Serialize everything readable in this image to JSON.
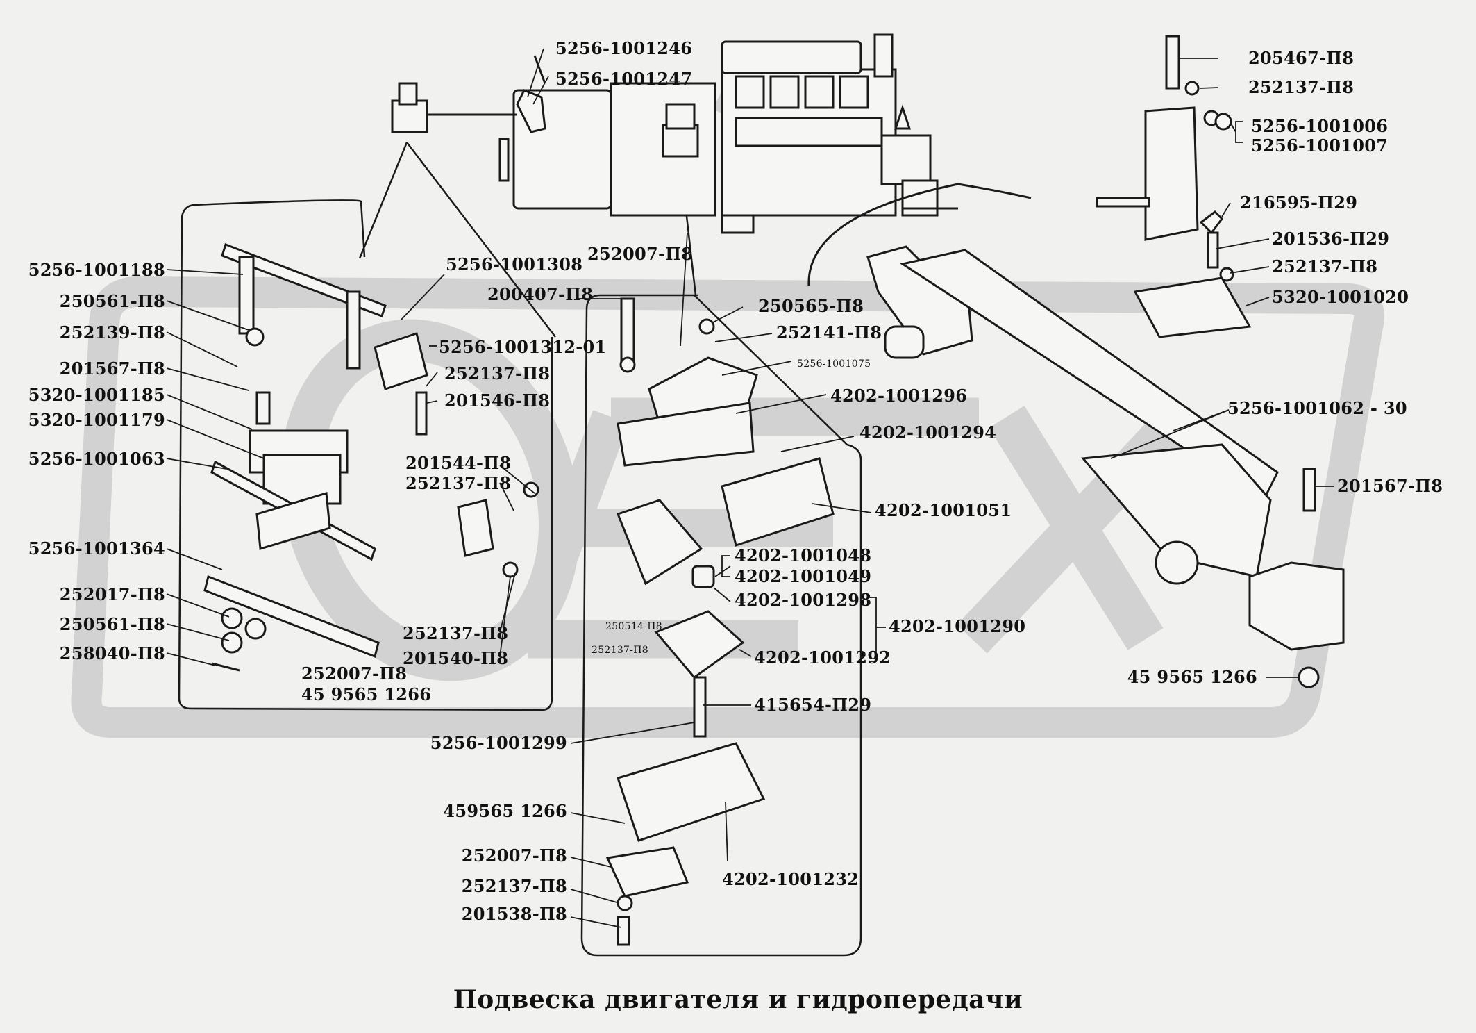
{
  "title": "Подвеска двигателя и гидропередачи",
  "colors": {
    "ink": "#1a1a1a",
    "paper": "#f1f1ef",
    "watermark": "#cfcfcf"
  },
  "labels": {
    "top_left": [
      "5256-1001246",
      "5256-1001247"
    ],
    "left": [
      "5256-1001188",
      "250561-П8",
      "252139-П8",
      "201567-П8",
      "5320-1001185",
      "5320-1001179",
      "5256-1001063",
      "5256-1001364",
      "252017-П8",
      "250561-П8",
      "258040-П8"
    ],
    "left_inner": [
      "5256-1001308",
      "5256-1001312-01",
      "252137-П8",
      "201546-П8",
      "201544-П8",
      "252137-П8",
      "252137-П8",
      "201540-П8",
      "252007-П8",
      "45 9565 1266"
    ],
    "center": [
      "252007-П8",
      "200407-П8",
      "250565-П8",
      "252141-П8",
      "5256-1001075",
      "4202-1001296",
      "4202-1001294",
      "4202-1001051",
      "4202-1001048",
      "4202-1001049",
      "4202-1001298",
      "4202-1001290",
      "250514-П8",
      "252137-П8",
      "4202-1001292",
      "415654-П29",
      "5256-1001299",
      "459565 1266",
      "4202-1001232",
      "252007-П8",
      "252137-П8",
      "201538-П8"
    ],
    "right": [
      "205467-П8",
      "252137-П8",
      "5256-1001006",
      "5256-1001007",
      "216595-П29",
      "201536-П29",
      "252137-П8",
      "5320-1001020",
      "5256-1001062 - 30",
      "201567-П8",
      "45 9565 1266"
    ]
  }
}
